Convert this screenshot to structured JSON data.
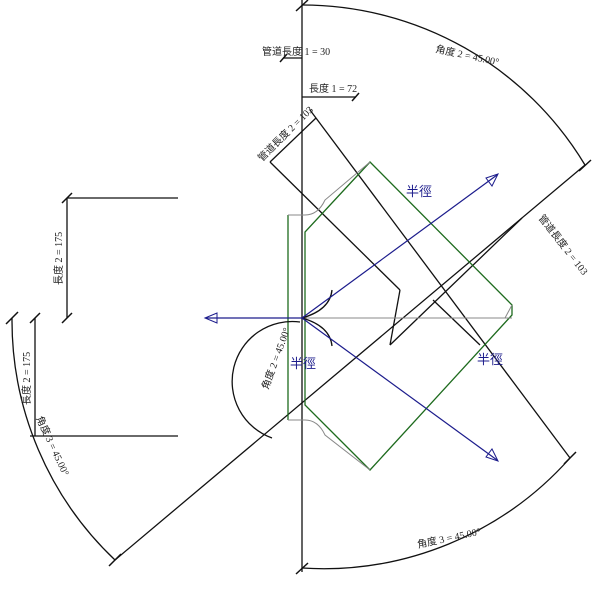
{
  "dimensions": {
    "pipe_length_1": "管道長度 1 = 30",
    "length_1": "長度 1 = 72",
    "pipe_length_2_a": "管道長度 2 = 103",
    "pipe_length_2_b": "管道長度 2 = 103",
    "angle_2_a": "角度 2 = 45.00°",
    "angle_2_b": "角度 2 = 45.00°",
    "angle_3_a": "角度 3 = 45.00°",
    "angle_3_b": "角度 3 = 45.00°",
    "length_2_a": "長度 2 = 175",
    "length_2_b": "長度 2 = 175"
  },
  "radius_labels": [
    "半徑",
    "半徑",
    "半徑"
  ],
  "colors": {
    "line": "#111111",
    "pipe": "#1e6b1e",
    "radius": "#1c1c8c",
    "guide": "#888888"
  }
}
